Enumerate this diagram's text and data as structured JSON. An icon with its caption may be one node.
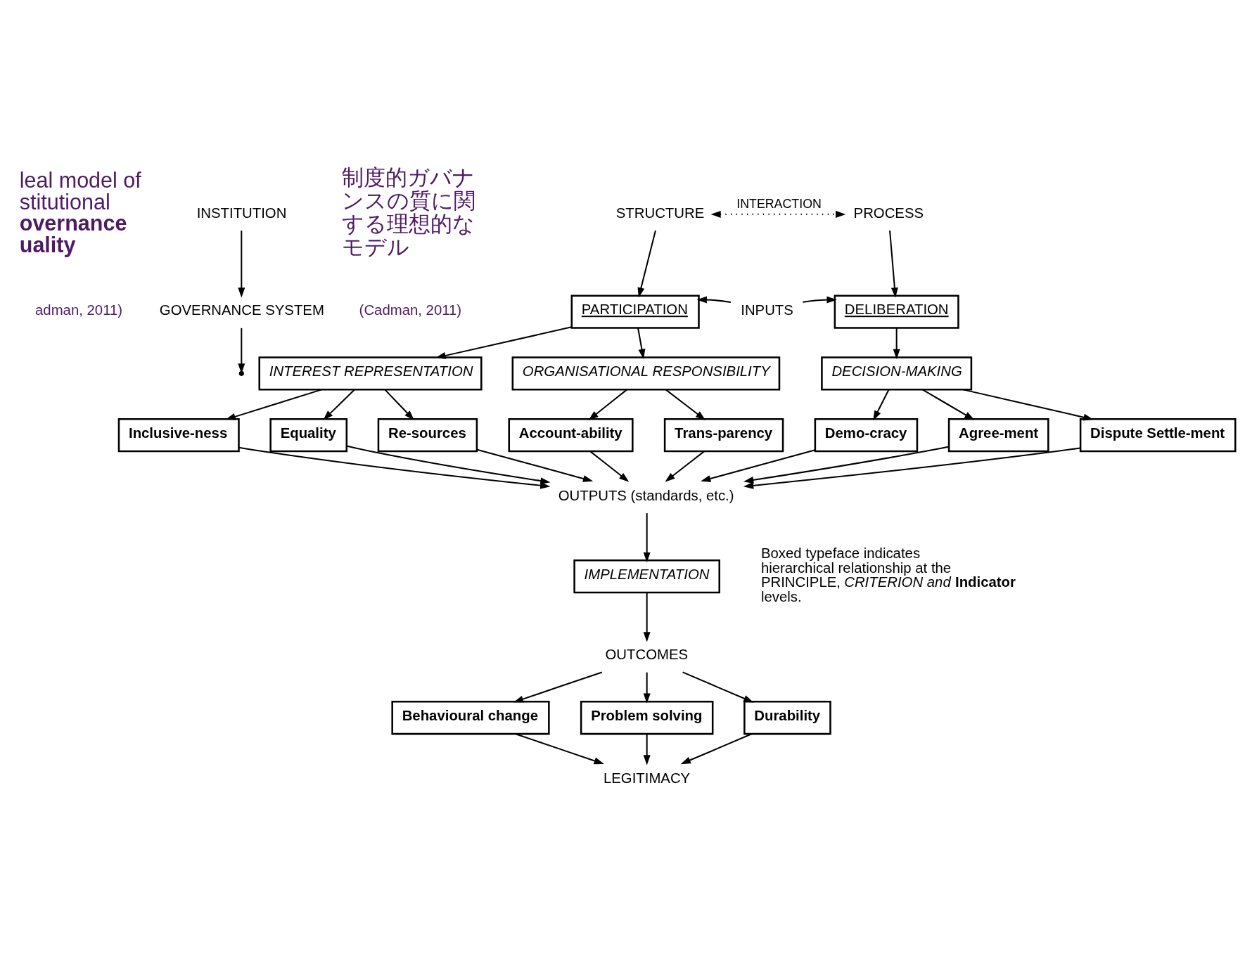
{
  "diagram": {
    "nodes": [
      {
        "text": [
          "INSTITUTION"
        ]
      },
      {
        "text": [
          "GOVERNANCE SYSTEM"
        ]
      },
      {
        "text": [
          "STRUCTURE"
        ]
      },
      {
        "text": [
          "PROCESS"
        ]
      },
      {
        "text": [
          "PARTICIPATION"
        ]
      },
      {
        "text": [
          "INPUTS"
        ]
      },
      {
        "text": [
          "DELIBERATION"
        ]
      },
      {
        "text": [
          "INTEREST REPRESENTATION"
        ]
      },
      {
        "text": [
          "ORGANISATIONAL RESPONSIBILITY"
        ]
      },
      {
        "text": [
          "DECISION-MAKING"
        ]
      },
      {
        "text": [
          "Inclusive-ness"
        ]
      },
      {
        "text": [
          "Equality"
        ]
      },
      {
        "text": [
          "Re-sources"
        ]
      },
      {
        "text": [
          "Account-ability"
        ]
      },
      {
        "text": [
          "Trans-parency"
        ]
      },
      {
        "text": [
          "Demo-cracy"
        ]
      },
      {
        "text": [
          "Agree-ment"
        ]
      },
      {
        "text": [
          "Dispute Settle-ment"
        ]
      },
      {
        "text": [
          "OUTPUTS (standards, etc.)"
        ]
      },
      {
        "text": [
          "IMPLEMENTATION"
        ]
      },
      {
        "text": [
          "OUTCOMES"
        ]
      },
      {
        "text": [
          "Behavioural change"
        ]
      },
      {
        "text": [
          "Problem solving"
        ]
      },
      {
        "text": [
          "Durability"
        ]
      },
      {
        "text": [
          "LEGITIMACY"
        ]
      }
    ],
    "edges": [
      {
        "from": 0,
        "to": 1,
        "arrow": "to"
      },
      {
        "from": 1,
        "to": null,
        "arrow": "to"
      },
      {
        "from": 2,
        "to": 3,
        "arrow": "both",
        "style": "dashed",
        "label": "INTERACTION"
      },
      {
        "from": 2,
        "to": 4,
        "arrow": "to"
      },
      {
        "from": 3,
        "to": 6,
        "arrow": "to"
      },
      {
        "from": 5,
        "to": 4,
        "arrow": "to"
      },
      {
        "from": 5,
        "to": 6,
        "arrow": "to"
      },
      {
        "from": 4,
        "to": 7,
        "arrow": "to"
      },
      {
        "from": 4,
        "to": 8,
        "arrow": "to"
      },
      {
        "from": 6,
        "to": 9,
        "arrow": "to"
      },
      {
        "from": 7,
        "to": 10,
        "arrow": "to"
      },
      {
        "from": 7,
        "to": 11,
        "arrow": "to"
      },
      {
        "from": 7,
        "to": 12,
        "arrow": "to"
      },
      {
        "from": 8,
        "to": 13,
        "arrow": "to"
      },
      {
        "from": 8,
        "to": 14,
        "arrow": "to"
      },
      {
        "from": 9,
        "to": 15,
        "arrow": "to"
      },
      {
        "from": 9,
        "to": 16,
        "arrow": "to"
      },
      {
        "from": 9,
        "to": 17,
        "arrow": "to"
      },
      {
        "from": 10,
        "to": 18,
        "arrow": "to"
      },
      {
        "from": 11,
        "to": 18,
        "arrow": "to"
      },
      {
        "from": 12,
        "to": 18,
        "arrow": "to"
      },
      {
        "from": 13,
        "to": 18,
        "arrow": "to"
      },
      {
        "from": 14,
        "to": 18,
        "arrow": "to"
      },
      {
        "from": 15,
        "to": 18,
        "arrow": "to"
      },
      {
        "from": 16,
        "to": 18,
        "arrow": "to"
      },
      {
        "from": 17,
        "to": 18,
        "arrow": "to"
      },
      {
        "from": 18,
        "to": 19,
        "arrow": "to"
      },
      {
        "from": 19,
        "to": 20,
        "arrow": "to"
      },
      {
        "from": 20,
        "to": 21,
        "arrow": "to"
      },
      {
        "from": 20,
        "to": 22,
        "arrow": "to"
      },
      {
        "from": 20,
        "to": 23,
        "arrow": "to"
      },
      {
        "from": 21,
        "to": 24,
        "arrow": "to"
      },
      {
        "from": 22,
        "to": 24,
        "arrow": "to"
      },
      {
        "from": 23,
        "to": 24,
        "arrow": "to"
      }
    ],
    "labels": [
      "leal model of stitutional **overnance uality**",
      "adman, 2011)",
      "制度的ガバナンスの質に関する理想的なモデル",
      "(Cadman, 2011)",
      "Boxed typeface indicates hierarchical relationship at the PRINCIPLE, *CRITERION and* **Indicator** levels."
    ]
  }
}
